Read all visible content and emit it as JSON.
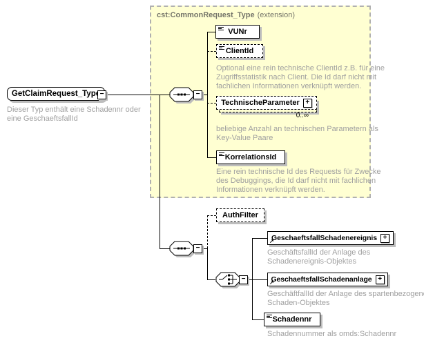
{
  "root": {
    "name": "GetClaimRequest_Type",
    "description": "Dieser Typ enthält eine Schadennr oder eine GeschaeftsfallId"
  },
  "base_type": {
    "name": "cst:CommonRequest_Type",
    "qualifier": "(extension)",
    "children": [
      {
        "name": "VUNr"
      },
      {
        "name": "ClientId",
        "description": "Optional eine rein technische ClientId z.B. für eine Zugriffsstatistik nach Client. Die Id darf nicht mit fachlichen Informationen verknüpft werden."
      },
      {
        "name": "TechnischeParameter",
        "occurrence": "0..∞",
        "description": "beliebige Anzahl an technischen Parametern als Key-Value Paare"
      },
      {
        "name": "KorrelationsId",
        "description": "Eine rein technische Id des Requests für Zwecke des Debuggings, die Id darf nicht mit fachlichen Informationen verknüpft werden."
      }
    ]
  },
  "extension_children": [
    {
      "name": "AuthFilter"
    }
  ],
  "choice_children": [
    {
      "name": "GeschaeftsfallSchadenereignis",
      "description": "GeschäftsfallId der Anlage des Schadenereignis-Objektes"
    },
    {
      "name": "GeschaeftsfallSchadenanlage",
      "description": "GeschäftfallId der Anlage des spartenbezogenen Schaden-Objektes"
    },
    {
      "name": "Schadennr",
      "description": "Schadennummer als omds:Schadennr"
    }
  ],
  "icons": {
    "collapse": "−",
    "expand": "+",
    "reference": "↗"
  }
}
